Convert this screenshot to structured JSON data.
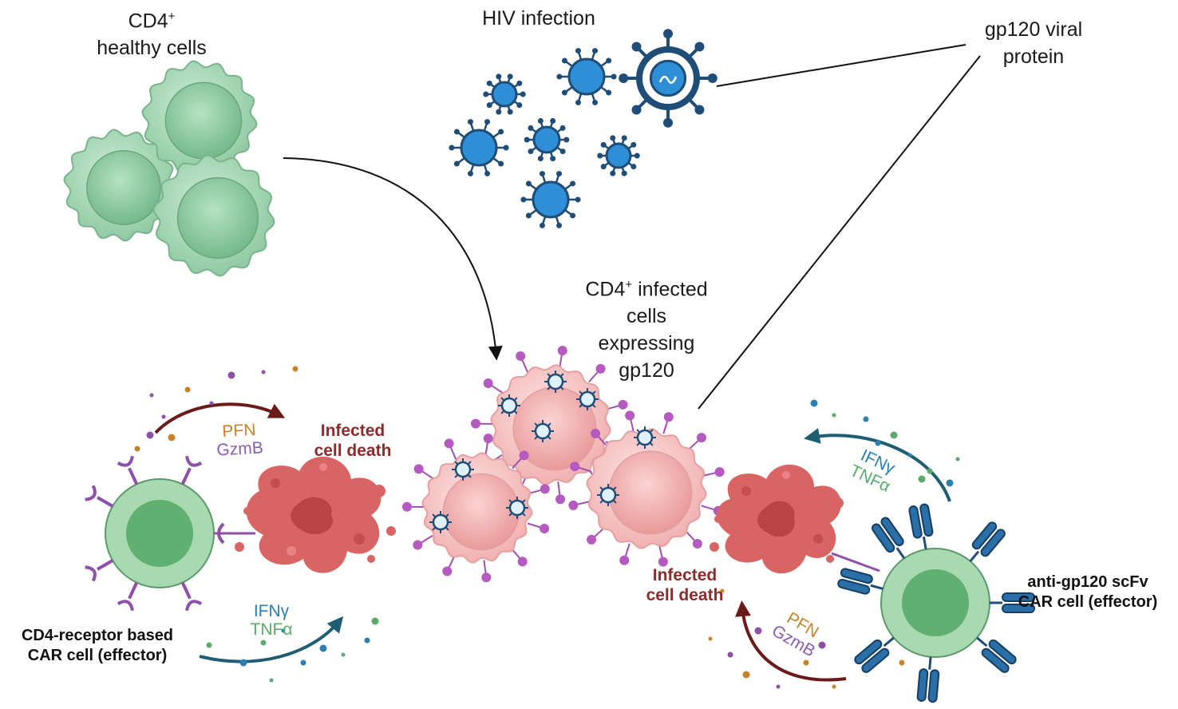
{
  "labels": {
    "cd4_healthy_line1": "CD4",
    "cd4_healthy_sup": "+",
    "cd4_healthy_line2": "healthy cells",
    "hiv_infection": "HIV infection",
    "gp120_line1": "gp120 viral",
    "gp120_line2": "protein",
    "infected_line1_main": "CD4",
    "infected_line1_sup": "+",
    "infected_line1_rest": " infected",
    "infected_line2": "cells",
    "infected_line3": "expressing",
    "infected_line4": "gp120",
    "left_car_line1": "CD4-receptor based",
    "left_car_line2": "CAR cell (effector)",
    "right_car_line1": "anti-gp120 scFv",
    "right_car_line2": "CAR cell (effector)",
    "left_death_line1": "Infected",
    "left_death_line2": "cell death",
    "right_death_line1": "Infected",
    "right_death_line2": "cell death",
    "left_pfn": "PFN",
    "left_gzmb": "GzmB",
    "left_ifng": "IFNγ",
    "left_tnfa": "TNFα",
    "right_ifng": "IFNγ",
    "right_tnfa": "TNFα",
    "right_pfn": "PFN",
    "right_gzmb": "GzmB"
  },
  "colors": {
    "healthy_cell": "#a9d9b9",
    "car_cell": "#8fcf9f",
    "virus": "#2e8fd6",
    "virus_dark": "#1f4d78",
    "infected_cell": "#f6c4c4",
    "dead_cell": "#d96464",
    "purple": "#8e4fa8",
    "pfn": "#c9822a",
    "gzmb": "#8a5cb0",
    "ifng": "#2a7fb5",
    "tnfa": "#5aaa6a",
    "death_text": "#8b2b2b",
    "arrow_red": "#6b1a1a",
    "arrow_teal": "#1f5d73"
  }
}
